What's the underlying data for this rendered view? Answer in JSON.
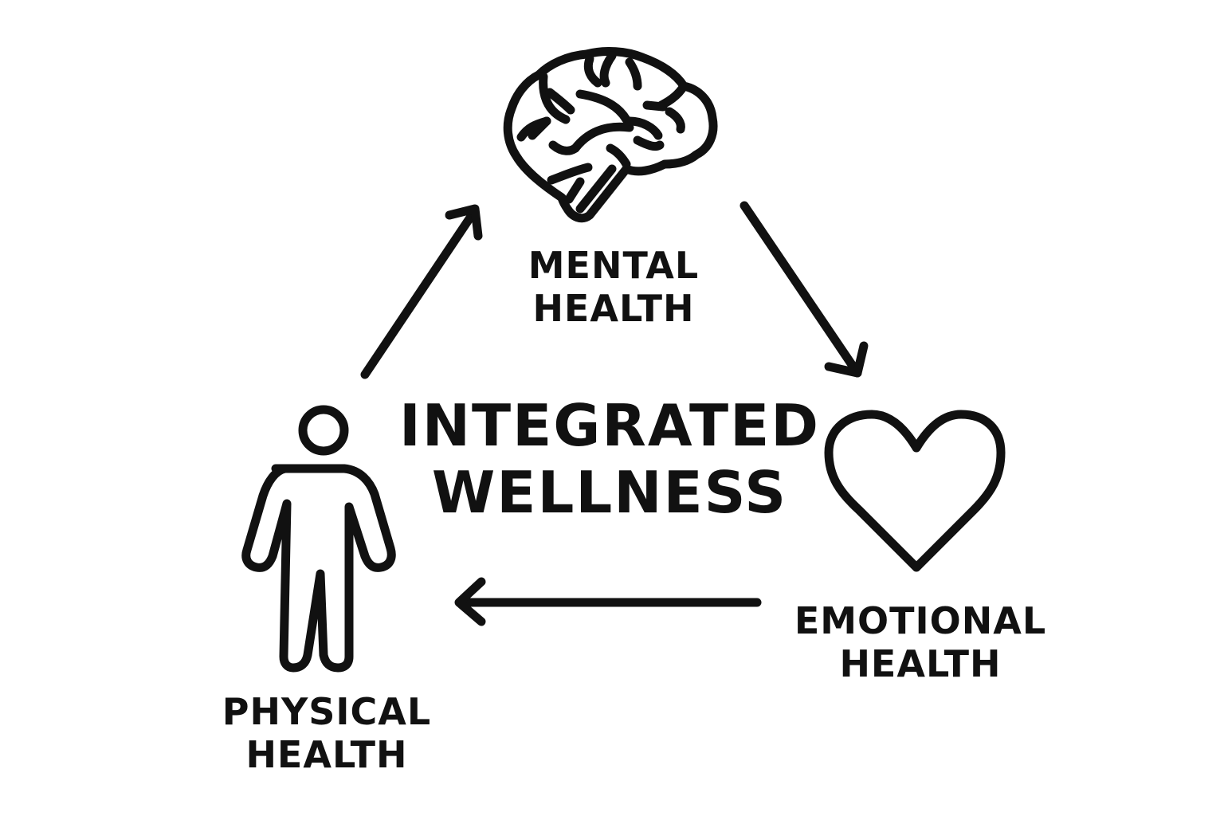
{
  "title": {
    "line1": "INTEGRATED",
    "line2": "WELLNESS"
  },
  "nodes": [
    {
      "id": "mental",
      "line1": "MENTAL",
      "line2": "HEALTH",
      "icon": "brain-icon"
    },
    {
      "id": "emotional",
      "line1": "EMOTIONAL",
      "line2": "HEALTH",
      "icon": "heart-icon"
    },
    {
      "id": "physical",
      "line1": "PHYSICAL",
      "line2": "HEALTH",
      "icon": "person-icon"
    }
  ],
  "cycle": [
    {
      "from": "physical",
      "to": "mental"
    },
    {
      "from": "mental",
      "to": "emotional"
    },
    {
      "from": "emotional",
      "to": "physical"
    }
  ],
  "colors": {
    "stroke": "#111111",
    "background": "#ffffff"
  }
}
